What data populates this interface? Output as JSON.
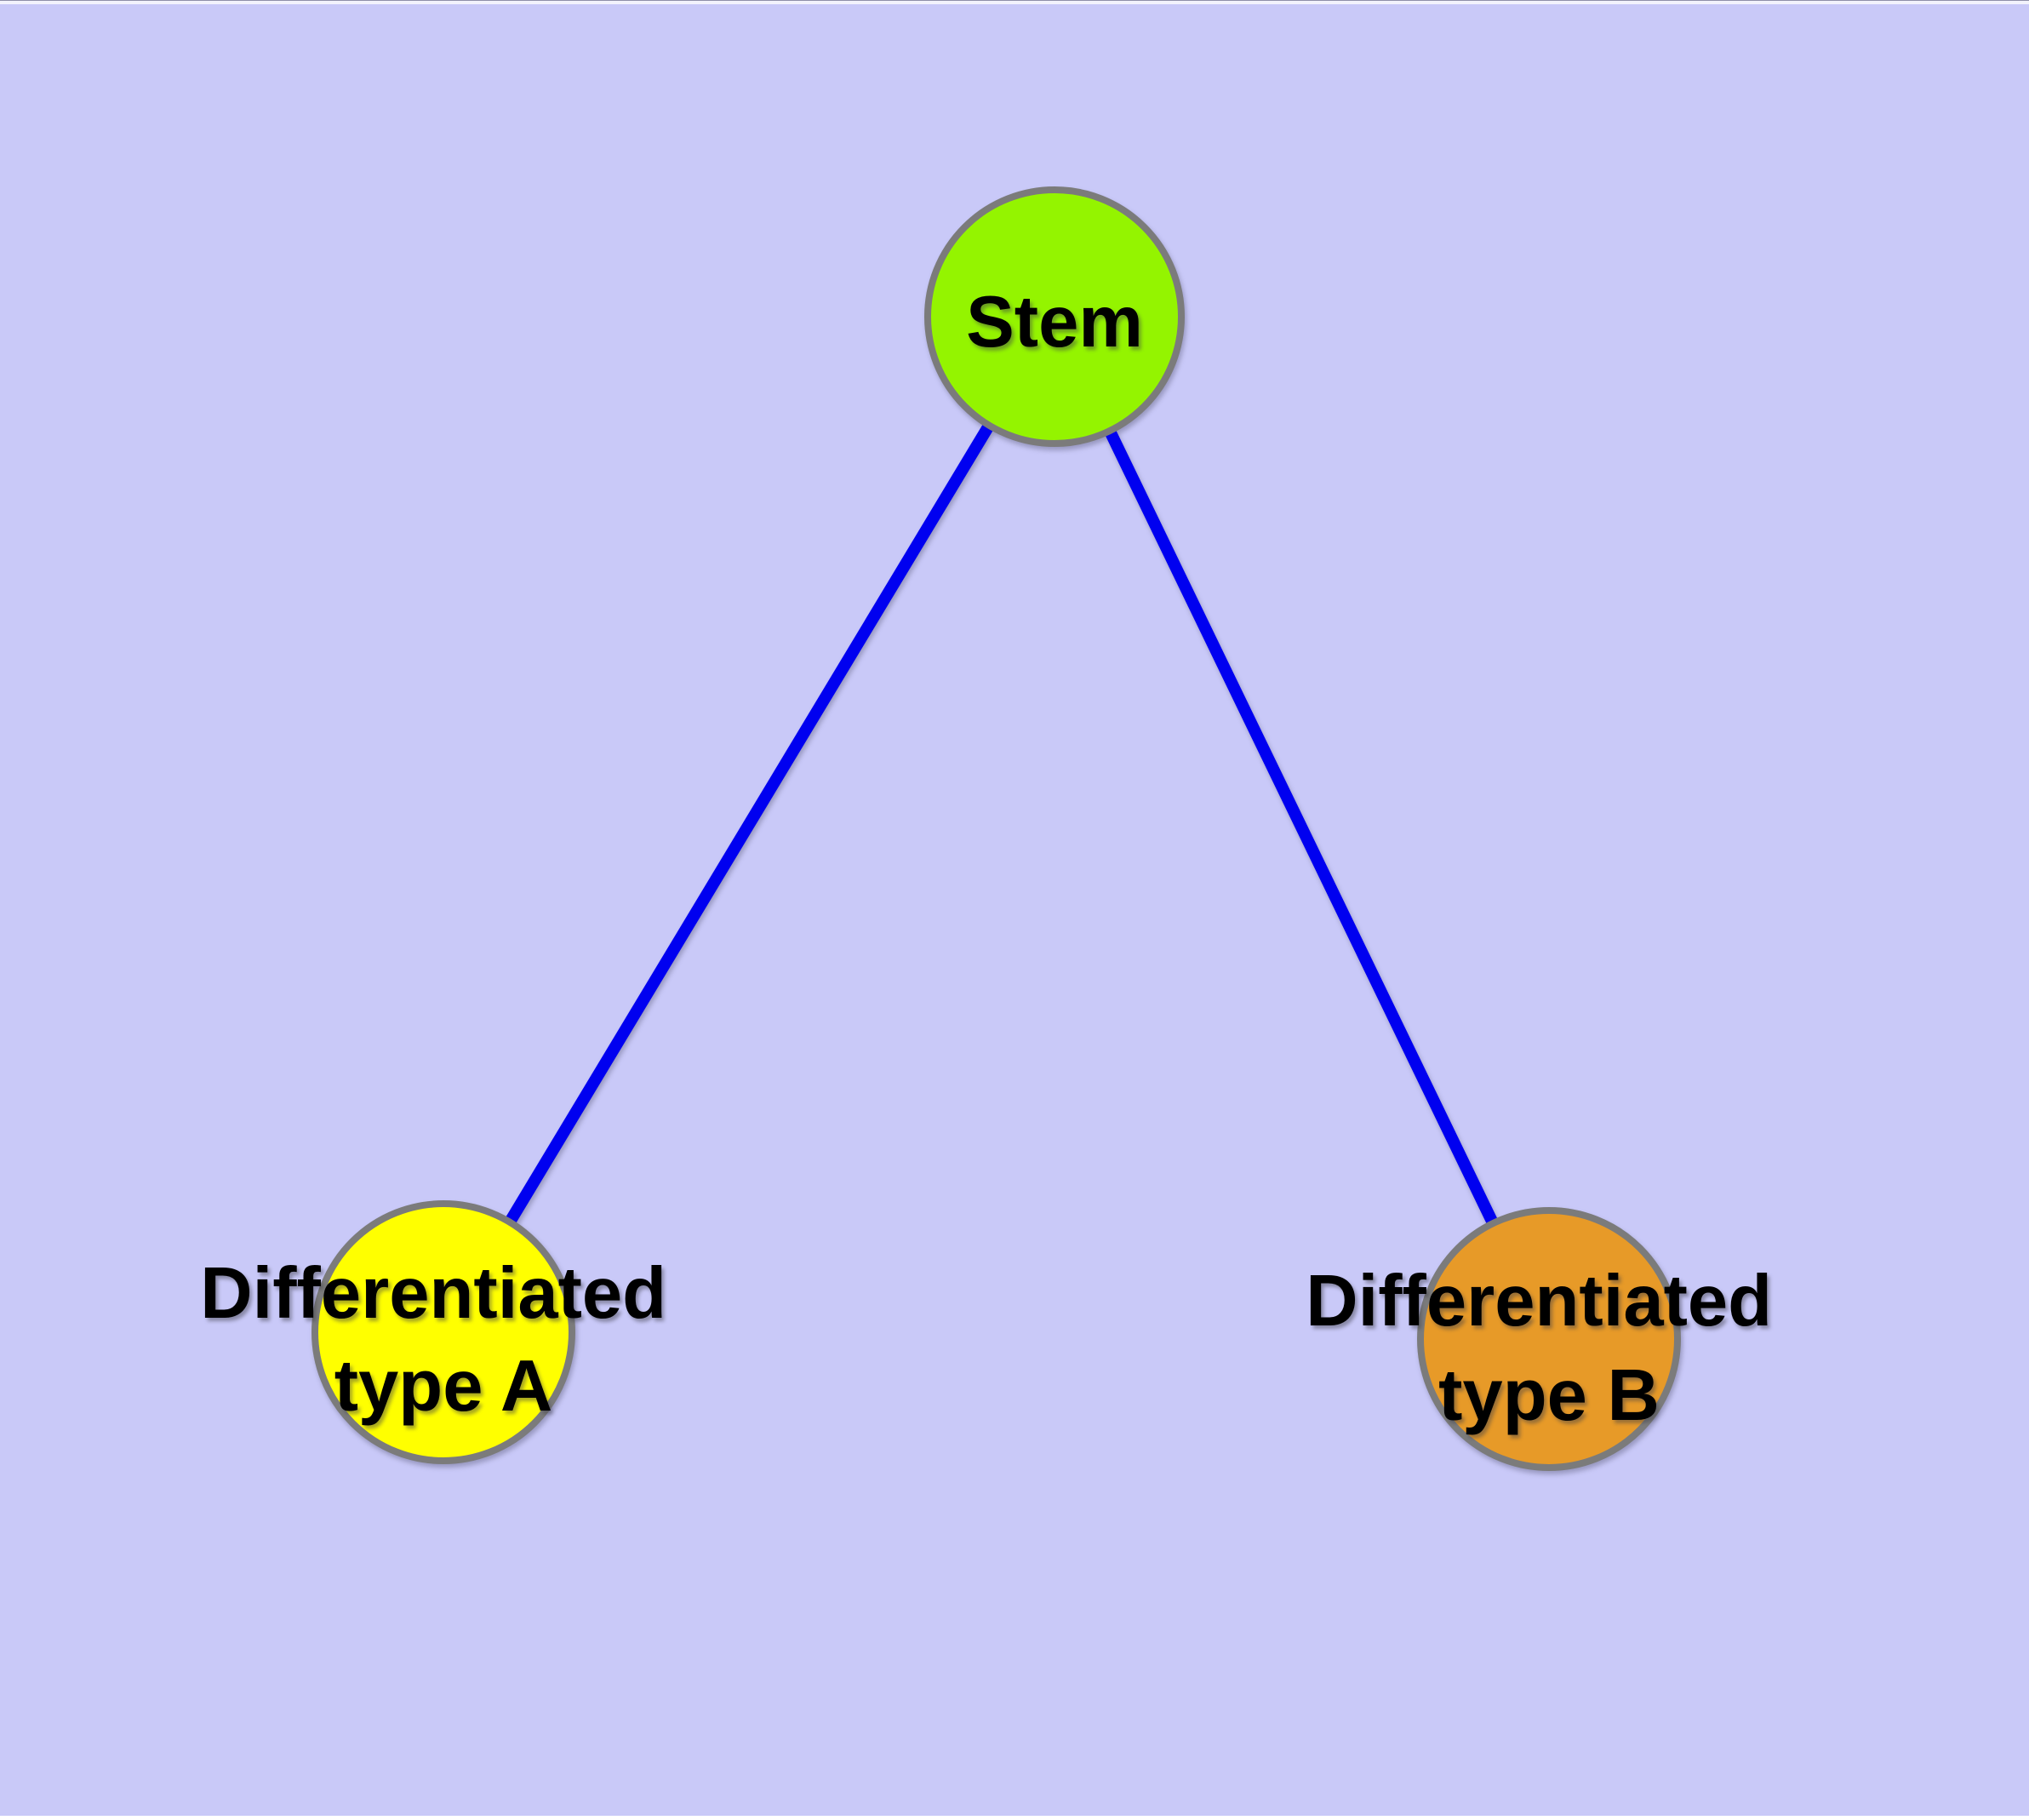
{
  "diagram": {
    "background_color": "#C9C9F8",
    "edge_color": "#0000F0",
    "node_border_color": "#7B7B7B",
    "text_color": "#000000",
    "nodes": {
      "stem": {
        "label": "Stem",
        "fill": "#94F400"
      },
      "type_a": {
        "label_line1": "Differentiated",
        "label_line2": "type A",
        "fill": "#FFFF00"
      },
      "type_b": {
        "label_line1": "Differentiated",
        "label_line2": "type B",
        "fill": "#E79A28"
      }
    },
    "edges": [
      {
        "name": "stem-to-type-a"
      },
      {
        "name": "stem-to-type-b"
      }
    ]
  }
}
